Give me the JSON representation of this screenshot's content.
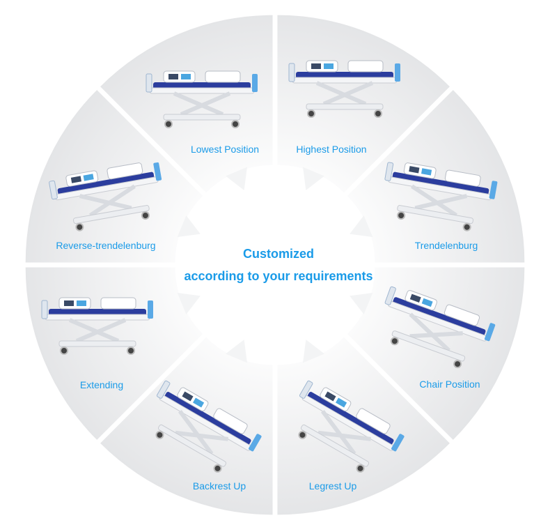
{
  "center_title": {
    "line1": "Customized",
    "line2": "according to your requirements"
  },
  "accent_color": "#1a9be8",
  "positions": [
    {
      "id": "highest",
      "label": "Highest Position"
    },
    {
      "id": "trendelenburg",
      "label": "Trendelenburg"
    },
    {
      "id": "chair",
      "label": "Chair Position"
    },
    {
      "id": "legrest",
      "label": "Legrest Up"
    },
    {
      "id": "backrest",
      "label": "Backrest Up"
    },
    {
      "id": "extending",
      "label": "Extending"
    },
    {
      "id": "reverse",
      "label": "Reverse-trendelenburg"
    },
    {
      "id": "lowest",
      "label": "Lowest Position"
    }
  ]
}
